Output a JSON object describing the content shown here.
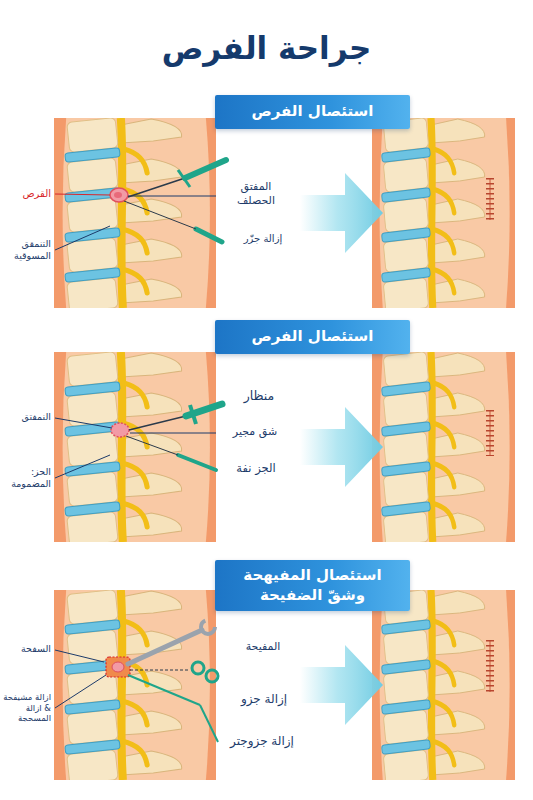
{
  "diagram": {
    "title": "جراحة الفرص",
    "nodes": [
      {
        "text": [
          "استئصال الفرص"
        ]
      },
      {
        "text": [
          "استئصال الفرص"
        ]
      },
      {
        "text": [
          "استئصال المفيهحة وشقّ الضفيحة"
        ]
      }
    ],
    "labels": [
      "القرص",
      "التنمقق المسوقية",
      "المفتق الحصلف",
      "إزالة جزّر",
      "النمفتق",
      "الحز: المضمومة",
      "منظار",
      "شق مجير",
      "الجز نفة",
      "السفحة",
      "ازالة مشيفحة & ازالة المسحجة",
      "المفيحة",
      "إزالة جزو",
      "إزالة جزوجتر"
    ]
  }
}
